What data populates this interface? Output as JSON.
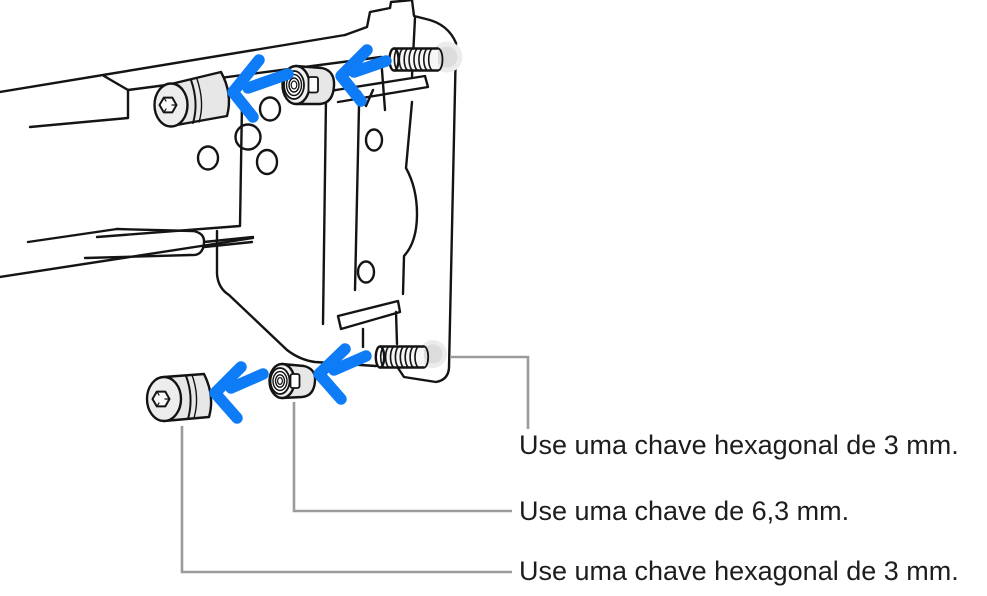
{
  "figure": {
    "labels": [
      {
        "text": "Use uma chave hexagonal de 3 mm."
      },
      {
        "text": "Use uma chave de 6,3 mm."
      },
      {
        "text": "Use uma chave hexagonal de 3 mm."
      }
    ],
    "colors": {
      "arrow_blue": "#0e7cf6",
      "leader_gray": "#9b9b9b",
      "outline_black": "#141414",
      "metal_gray": "#e7e7e7",
      "flange_gray": "#ececec",
      "text": "#1d1d1f",
      "background": "#ffffff"
    }
  }
}
